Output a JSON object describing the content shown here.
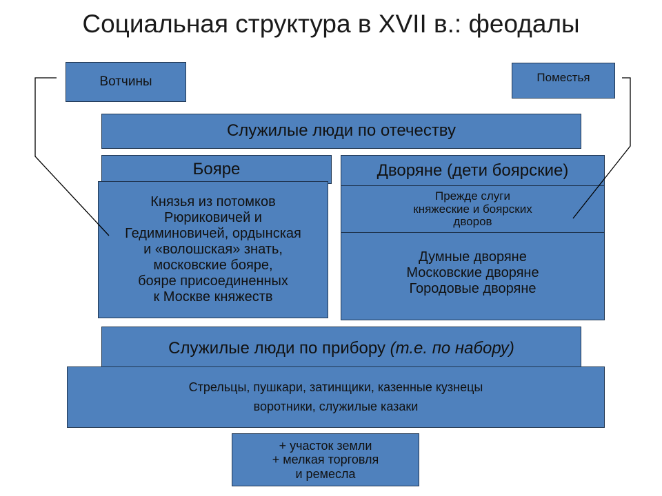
{
  "title": "Социальная структура в XVII в.: феодалы",
  "votchiny": "Вотчины",
  "pomestya": "Поместья",
  "otechestvo": "Служилые люди по отечеству",
  "boyare": {
    "header": "Бояре",
    "lines": [
      "Князья из потомков",
      "Рюриковичей и",
      "Гедиминовичей, ордынская",
      "и «волошская» знать,",
      "московские бояре,",
      "бояре присоединенных",
      "к Москве княжеств"
    ]
  },
  "dvoryane": {
    "header": "Дворяне (дети боярские)",
    "prezhde": [
      "Прежде слуги",
      "княжеские и боярских",
      "дворов"
    ],
    "ranks": [
      "Думные дворяне",
      "Московские дворяне",
      "Городовые дворяне"
    ]
  },
  "pribor": {
    "text": "Служилые люди по прибору ",
    "italic": "(т.е. по набору)"
  },
  "streltsy": [
    "Стрельцы, пушкари, затинщики, казенные кузнецы",
    "воротники, служилые казаки"
  ],
  "bonus": [
    "+ участок земли",
    "+ мелкая торговля",
    "и ремесла"
  ],
  "colors": {
    "box_fill": "#4f81bd",
    "box_border": "#1f3550",
    "connector": "#000000"
  }
}
